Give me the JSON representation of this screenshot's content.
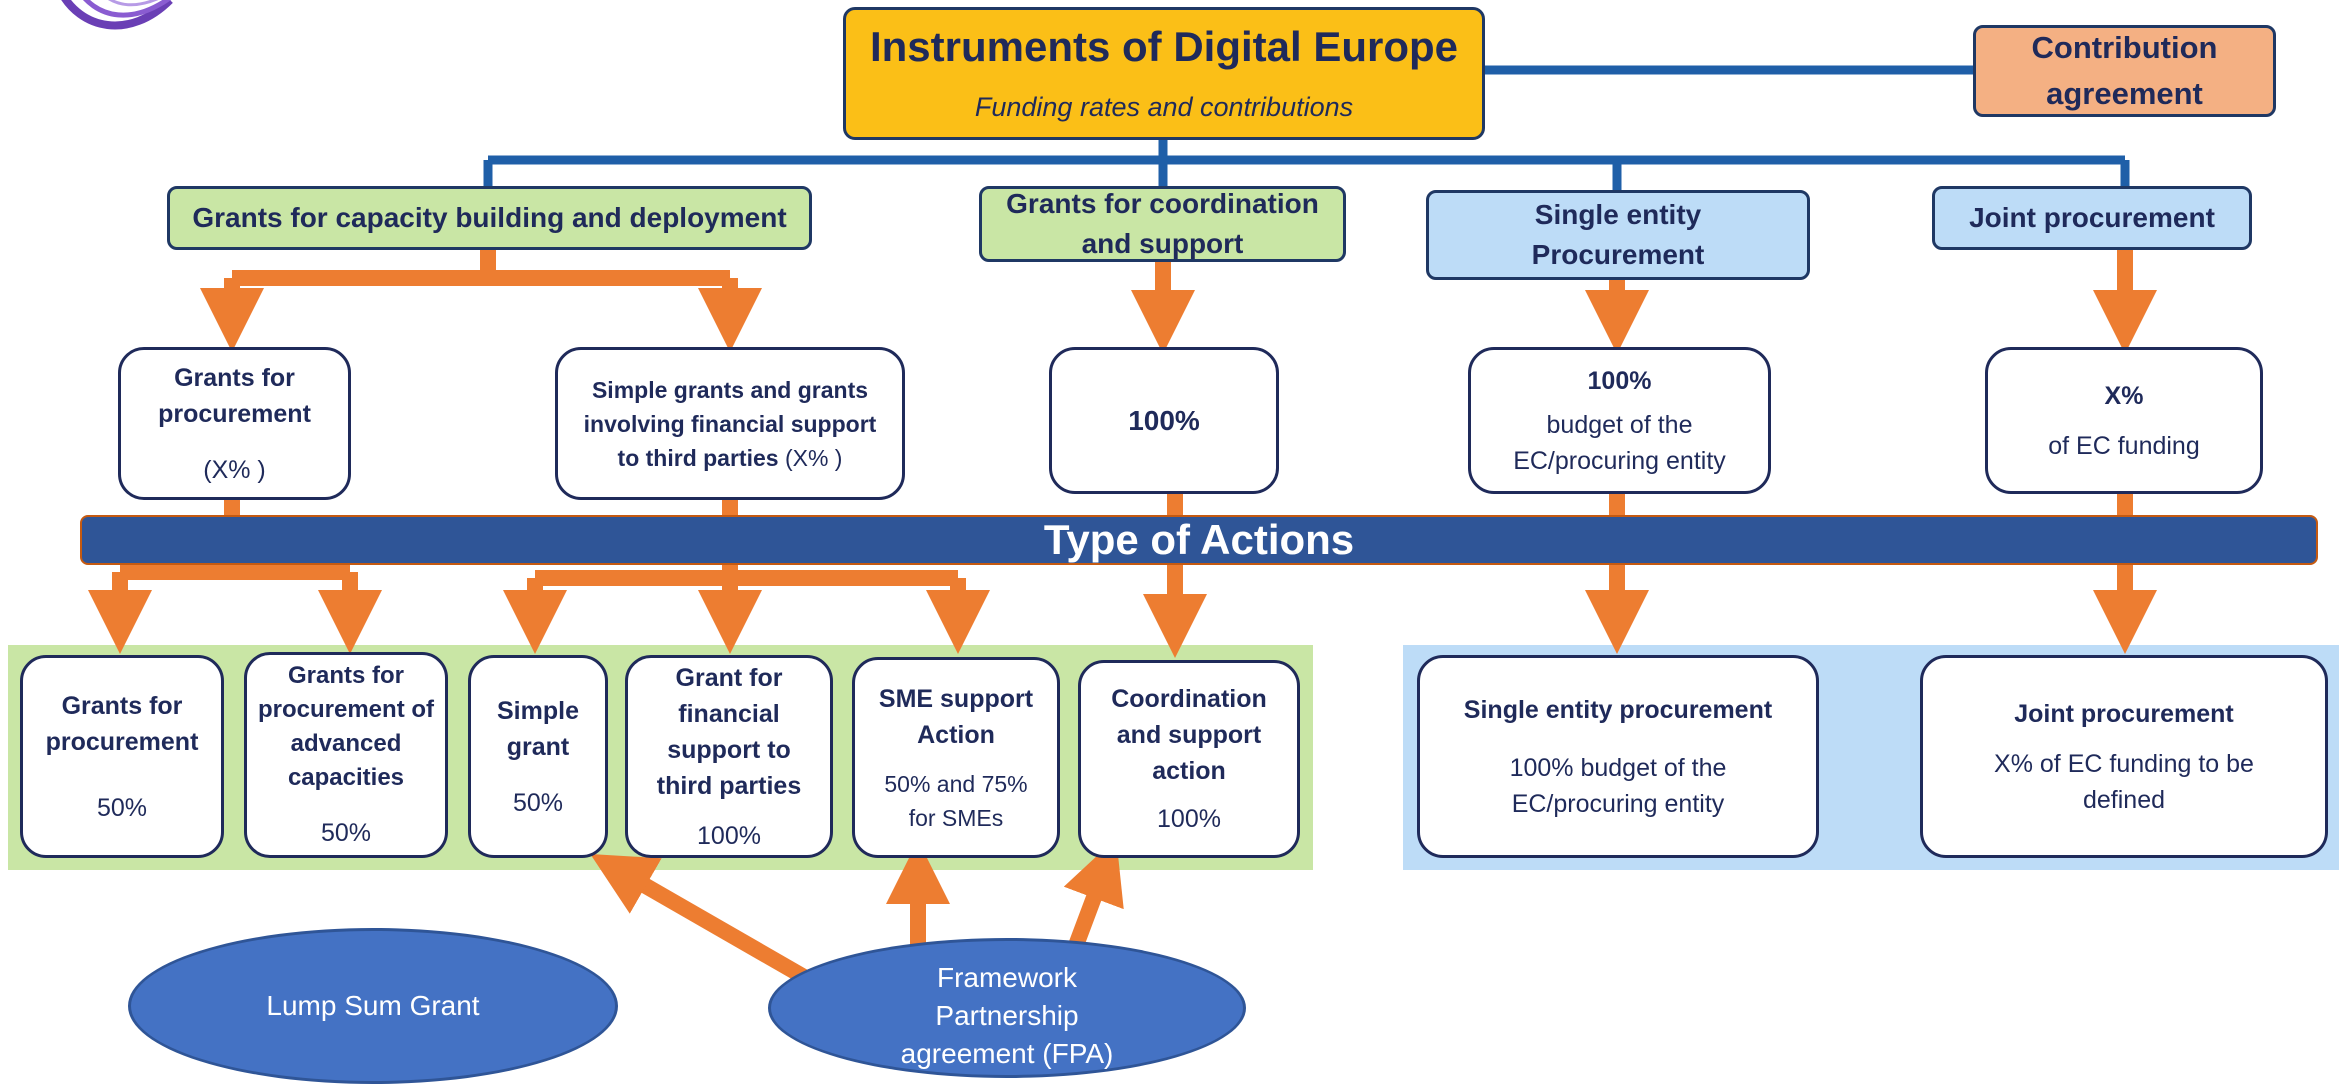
{
  "title": {
    "main": "Instruments of Digital Europe",
    "subtitle": "Funding rates and contributions"
  },
  "contribution": "Contribution agreement",
  "headers": {
    "capacity": "Grants for capacity building and deployment",
    "coordination": "Grants for coordination and support",
    "single": "Single entity Procurement",
    "joint": "Joint procurement"
  },
  "mid": {
    "procurement": {
      "title": "Grants for procurement",
      "rate": "(X% )"
    },
    "simple": {
      "title": "Simple grants and grants involving financial support to third parties",
      "rate": "(X% )"
    },
    "coord": {
      "rate": "100%"
    },
    "single": {
      "rate": "100%",
      "text": "budget of the EC/procuring entity"
    },
    "joint": {
      "rate": "X%",
      "text": "of EC funding"
    }
  },
  "banner": "Type of Actions",
  "actions": [
    {
      "title": "Grants for procurement",
      "rate": "50%"
    },
    {
      "title": "Grants for procurement of advanced capacities",
      "rate": "50%"
    },
    {
      "title": "Simple grant",
      "rate": "50%"
    },
    {
      "title": "Grant for financial support to third parties",
      "rate": "100%"
    },
    {
      "title": "SME support Action",
      "rate": "50% and 75% for SMEs"
    },
    {
      "title": "Coordination and support action",
      "rate": "100%"
    }
  ],
  "procurements": [
    {
      "title": "Single entity procurement",
      "text": "100% budget of the EC/procuring entity"
    },
    {
      "title": "Joint procurement",
      "text": "X% of EC funding to be defined"
    }
  ],
  "ellipses": {
    "lump": "Lump Sum Grant",
    "fpa": "Framework Partnership agreement (FPA)"
  },
  "colors": {
    "arrow": "#ed7d31",
    "line": "#1f5fa8",
    "banner": "#2f5597",
    "green_panel": "#c9e6a5",
    "blue_panel": "#bddcf7",
    "title": "#fbbf17",
    "contribution": "#f4b083"
  }
}
